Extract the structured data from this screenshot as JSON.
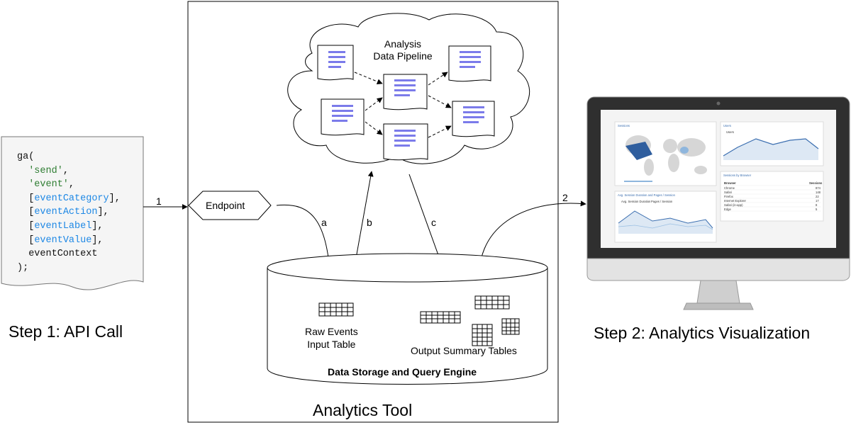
{
  "code": {
    "lines": [
      {
        "parts": [
          {
            "t": "ga(",
            "c": "plain"
          }
        ]
      },
      {
        "parts": [
          {
            "t": "  ",
            "c": "plain"
          },
          {
            "t": "'send'",
            "c": "str"
          },
          {
            "t": ",",
            "c": "plain"
          }
        ]
      },
      {
        "parts": [
          {
            "t": "  ",
            "c": "plain"
          },
          {
            "t": "'event'",
            "c": "str"
          },
          {
            "t": ",",
            "c": "plain"
          }
        ]
      },
      {
        "parts": [
          {
            "t": "  [",
            "c": "plain"
          },
          {
            "t": "eventCategory",
            "c": "key"
          },
          {
            "t": "],",
            "c": "plain"
          }
        ]
      },
      {
        "parts": [
          {
            "t": "  [",
            "c": "plain"
          },
          {
            "t": "eventAction",
            "c": "key"
          },
          {
            "t": "],",
            "c": "plain"
          }
        ]
      },
      {
        "parts": [
          {
            "t": "  [",
            "c": "plain"
          },
          {
            "t": "eventLabel",
            "c": "key"
          },
          {
            "t": "],",
            "c": "plain"
          }
        ]
      },
      {
        "parts": [
          {
            "t": "  [",
            "c": "plain"
          },
          {
            "t": "eventValue",
            "c": "key"
          },
          {
            "t": "],",
            "c": "plain"
          }
        ]
      },
      {
        "parts": [
          {
            "t": "  eventContext",
            "c": "plain"
          }
        ]
      },
      {
        "parts": [
          {
            "t": ");",
            "c": "plain"
          }
        ]
      }
    ]
  },
  "labels": {
    "step1": "Step 1: API Call",
    "step2": "Step 2: Analytics Visualization",
    "endpoint": "Endpoint",
    "cloud_line1": "Analysis",
    "cloud_line2": "Data Pipeline",
    "raw_line1": "Raw Events",
    "raw_line2": "Input Table",
    "output_tables": "Output Summary Tables",
    "db_title": "Data Storage and Query Engine",
    "tool_title": "Analytics Tool",
    "arrow_1": "1",
    "arrow_2": "2",
    "arrow_a": "a",
    "arrow_b": "b",
    "arrow_c": "c"
  },
  "dashboard": {
    "sessions": "Sessions",
    "users": "Users",
    "users_legend": "Users",
    "sessions_by_browser": "Sessions by Browser",
    "avg_panel": "Avg. Session Duration and Pages / Session",
    "legend_avg": "Avg. Session Duration",
    "legend_pages": "Pages / Session",
    "browser_header": "Browser",
    "sessions_header": "Sessions",
    "browsers": [
      {
        "name": "Chrome",
        "value": "874"
      },
      {
        "name": "Safari",
        "value": "148"
      },
      {
        "name": "Firefox",
        "value": "22"
      },
      {
        "name": "Internet Explorer",
        "value": "17"
      },
      {
        "name": "Safari (in-app)",
        "value": "8"
      },
      {
        "name": "Edge",
        "value": "5"
      }
    ]
  },
  "colors": {
    "doc_lines": "#7b7bea",
    "accent_blue": "#1e88e5",
    "string_green": "#2e7d32",
    "dashboard_blue": "#3c6fb0"
  }
}
